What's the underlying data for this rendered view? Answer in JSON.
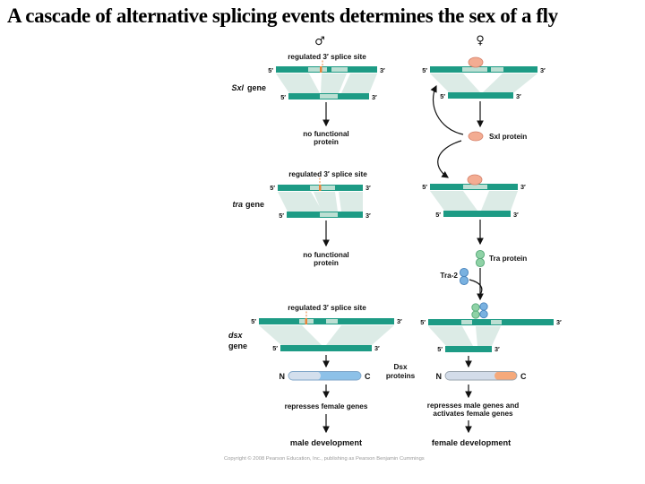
{
  "slide": {
    "title": "A cascade of alternative splicing events determines the sex of a fly"
  },
  "columns": {
    "male_symbol": "♂",
    "female_symbol": "♀"
  },
  "labels": {
    "regulated_splice_site": "regulated 3′ splice site",
    "five_prime": "5′",
    "three_prime": "3′",
    "no_functional_line1": "no functional",
    "no_functional_line2": "protein"
  },
  "genes": {
    "sxl": "Sxl",
    "tra": "tra",
    "dsx": "dsx",
    "gene_word": "gene"
  },
  "proteins": {
    "sxl": "Sxl protein",
    "tra": "Tra protein",
    "tra2": "Tra-2",
    "dsx_line1": "Dsx",
    "dsx_line2": "proteins",
    "n_terminus": "N",
    "c_terminus": "C"
  },
  "outcomes": {
    "male_action": "represses female genes",
    "female_action_line1": "represses male genes and",
    "female_action_line2": "activates female genes",
    "male_result": "male development",
    "female_result": "female development"
  },
  "footer": {
    "copyright": "Copyright © 2008 Pearson Education, Inc., publishing as Pearson Benjamin Cummings"
  },
  "colors": {
    "rna_teal": "#1d9b85",
    "exon_light": "#bcdfd3",
    "splice_shadow": "#dcebe6",
    "splice_site_orange": "#e8833a",
    "sxl_protein_salmon": "#f3ac92",
    "tra_protein_green": "#8fd2a6",
    "tra2_blue": "#79b1e0",
    "dsx_male_blue": "#8dc1e8",
    "dsx_light_segment": "#d3dce9",
    "dsx_female_orange": "#f5a97b"
  }
}
